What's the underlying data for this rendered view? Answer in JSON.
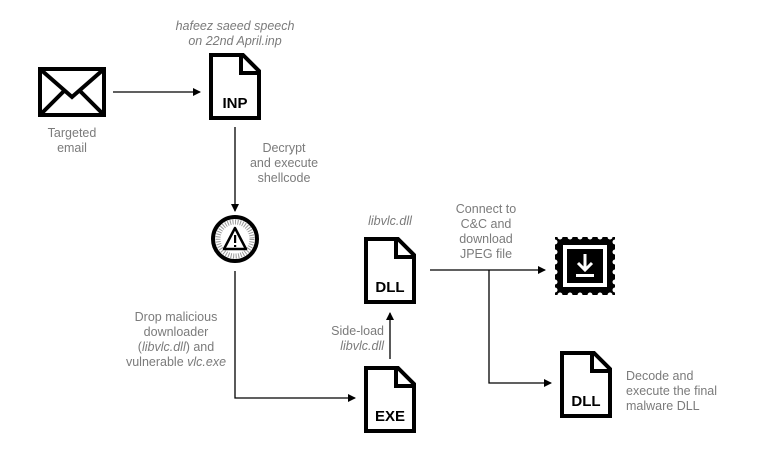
{
  "nodes": {
    "email": {
      "icon": "envelope-icon",
      "label_line1": "Targeted",
      "label_line2": "email"
    },
    "inp": {
      "icon": "inp-file-icon",
      "badge": "INP",
      "caption_line1": "hafeez saeed speech",
      "caption_line2": "on 22nd April.inp"
    },
    "shellcode": {
      "icon": "warning-binary-icon"
    },
    "dll_sideload": {
      "icon": "dll-file-icon",
      "badge": "DLL",
      "caption": "libvlc.dll"
    },
    "exe": {
      "icon": "exe-file-icon",
      "badge": "EXE"
    },
    "jpeg": {
      "icon": "download-stamp-icon"
    },
    "final_dll": {
      "icon": "dll-file-icon",
      "badge": "DLL"
    }
  },
  "steps": {
    "decrypt": {
      "line1": "Decrypt",
      "line2": "and execute",
      "line3": "shellcode"
    },
    "drop": {
      "line1": "Drop malicious",
      "line2": "downloader",
      "line3_pre": "(",
      "line3_it": "libvlc.dll",
      "line3_post": ") and",
      "line4_pre": "vulnerable ",
      "line4_it": "vlc.exe"
    },
    "sideload": {
      "line1": "Side-load",
      "line2": "libvlc.dll"
    },
    "connect": {
      "line1": "Connect to",
      "line2": "C&C and",
      "line3": "download",
      "line4": "JPEG file"
    },
    "decode": {
      "line1": "Decode and",
      "line2": "execute the final",
      "line3": "malware DLL"
    }
  },
  "colors": {
    "stroke": "#000000",
    "text": "#7b7b7b",
    "background": "#ffffff"
  }
}
